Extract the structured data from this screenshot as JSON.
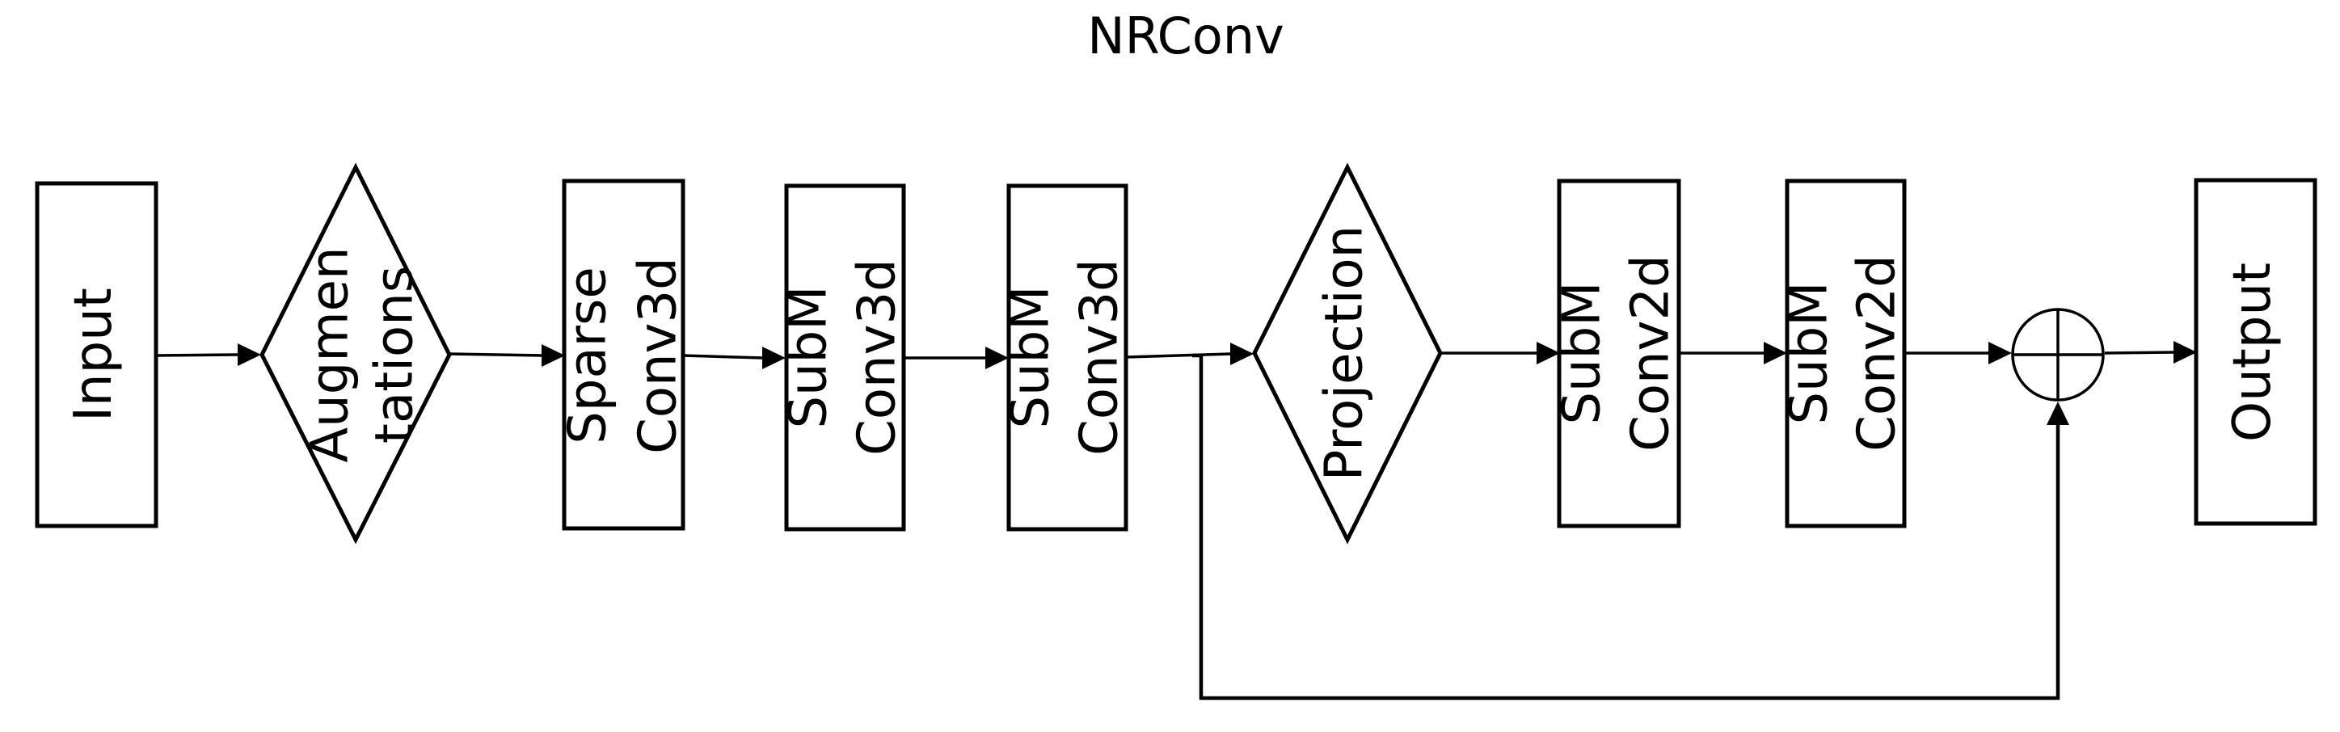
{
  "title": "NRConv",
  "nodes": {
    "input": {
      "lines": [
        "Input"
      ]
    },
    "augmentations": {
      "lines": [
        "Augmen",
        "tations"
      ]
    },
    "sparse_conv3d": {
      "lines": [
        "Sparse",
        "Conv3d"
      ]
    },
    "subm_conv3d_1": {
      "lines": [
        "SubM",
        "Conv3d"
      ]
    },
    "subm_conv3d_2": {
      "lines": [
        "SubM",
        "Conv3d"
      ]
    },
    "projection": {
      "lines": [
        "Projection"
      ]
    },
    "subm_conv2d_1": {
      "lines": [
        "SubM",
        "Conv2d"
      ]
    },
    "subm_conv2d_2": {
      "lines": [
        "SubM",
        "Conv2d"
      ]
    },
    "sum": {
      "symbol": "add"
    },
    "output": {
      "lines": [
        "Output"
      ]
    }
  },
  "edges": [
    [
      "input",
      "augmentations"
    ],
    [
      "augmentations",
      "sparse_conv3d"
    ],
    [
      "sparse_conv3d",
      "subm_conv3d_1"
    ],
    [
      "subm_conv3d_1",
      "subm_conv3d_2"
    ],
    [
      "subm_conv3d_2",
      "projection"
    ],
    [
      "projection",
      "subm_conv2d_1"
    ],
    [
      "subm_conv2d_1",
      "subm_conv2d_2"
    ],
    [
      "subm_conv2d_2",
      "sum"
    ],
    [
      "sum",
      "output"
    ],
    [
      "subm_conv3d_2",
      "sum"
    ]
  ],
  "colors": {
    "stroke": "#000000",
    "background": "#ffffff"
  }
}
